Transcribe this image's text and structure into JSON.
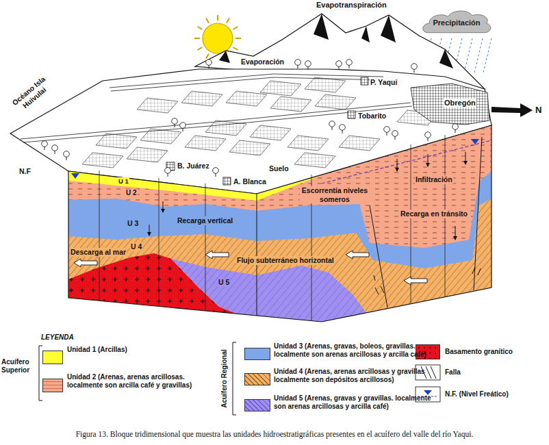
{
  "diagram": {
    "caption": "Figura 13. Bloque tridimensional que muestra las unidades hidroestratigráficas presentes en el acuífero del valle del río Yaqui.",
    "nodes": [
      {
        "text": [
          "Precipitación"
        ]
      }
    ],
    "labels": [
      "Evapotranspiración",
      "Evaporación",
      "Océano Isla Huivulai",
      "P. Yaqui",
      "Obregón",
      "N",
      "Tobarito",
      "B. Juárez",
      "A. Blanca",
      "Suelo",
      "N.F",
      "U 1",
      "U 2",
      "U 3",
      "U 4",
      "U 5",
      "Recarga vertical",
      "Escorrentía niveles someros",
      "Infiltración",
      "Recarga en tránsito",
      "Descarga al mar",
      "Flujo subterráneo horizontal",
      "LEYENDA",
      "Acuífero Superior",
      "Acuífero Regional"
    ],
    "legend": [
      {
        "text": "Unidad 1 (Arcillas)",
        "color": "#ffff33"
      },
      {
        "text": "Unidad 2 (Arenas, arenas arcillosas. localmente son arcilla café y gravillas)",
        "color": "#f7a88a"
      },
      {
        "text": "Unidad 3 (Arenas, gravas, boleos, gravillas. localmente son arenas arcillosas y arcilla café)",
        "color": "#7ea6e8"
      },
      {
        "text": "Unidad 4 (Arenas, arenas arcillosas y gravillas localmente son depósitos arcillosos)",
        "color": "#f5b165"
      },
      {
        "text": "Unidad 5 (Arenas, gravas y gravillas. localmente son arenas arcillosas y arcilla café)",
        "color": "#9f8ff0"
      },
      {
        "text": "Basamento granítico",
        "color": "#e8101a"
      },
      {
        "text": "Falla"
      },
      {
        "text": "N.F. (Nivel Freático)"
      }
    ]
  }
}
